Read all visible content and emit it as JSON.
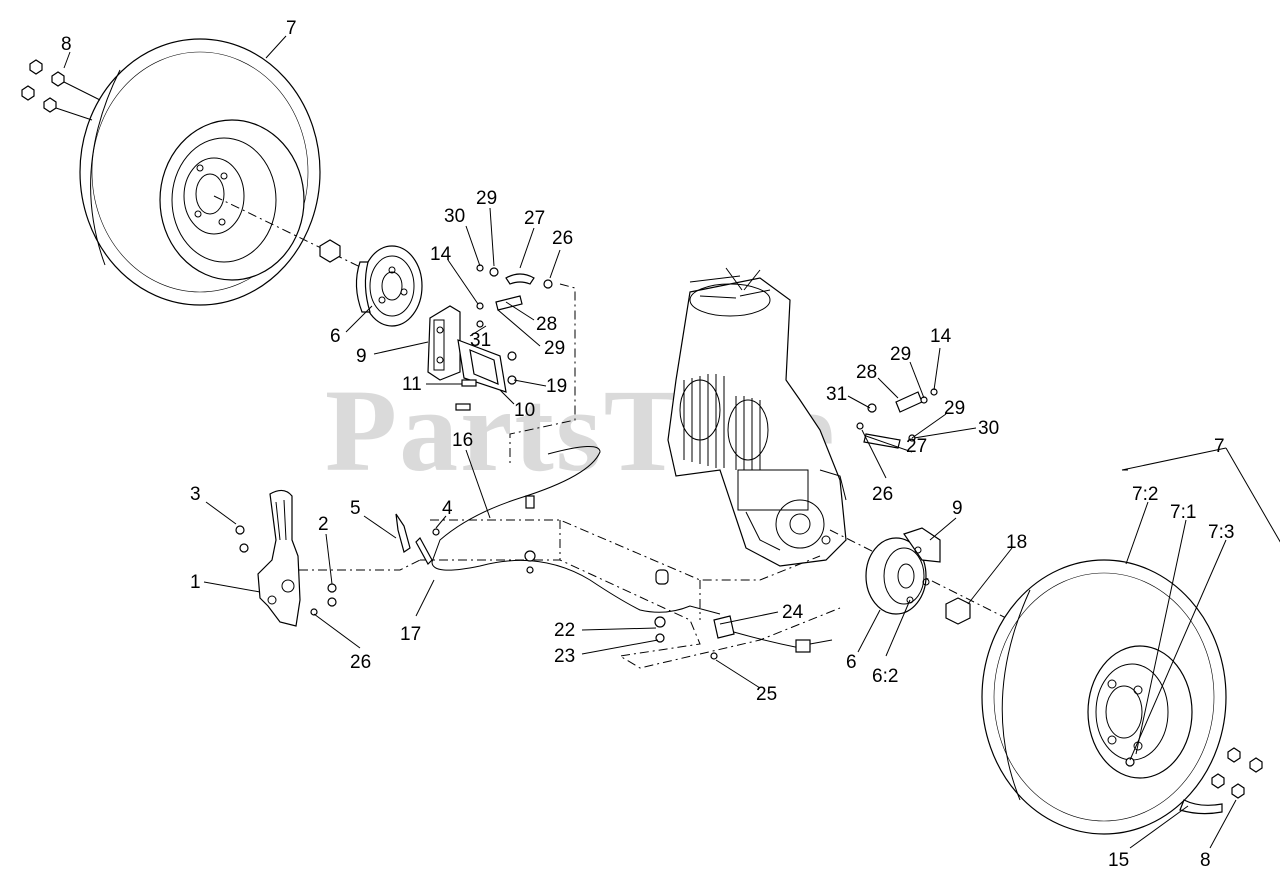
{
  "watermark": "PartsTree",
  "callouts": [
    {
      "text": "8"
    },
    {
      "text": "7"
    },
    {
      "text": "6"
    },
    {
      "text": "30"
    },
    {
      "text": "29"
    },
    {
      "text": "27"
    },
    {
      "text": "26"
    },
    {
      "text": "14"
    },
    {
      "text": "28"
    },
    {
      "text": "31"
    },
    {
      "text": "29"
    },
    {
      "text": "9"
    },
    {
      "text": "11"
    },
    {
      "text": "19"
    },
    {
      "text": "10"
    },
    {
      "text": "16"
    },
    {
      "text": "3"
    },
    {
      "text": "5"
    },
    {
      "text": "4"
    },
    {
      "text": "2"
    },
    {
      "text": "1"
    },
    {
      "text": "17"
    },
    {
      "text": "26"
    },
    {
      "text": "22"
    },
    {
      "text": "24"
    },
    {
      "text": "23"
    },
    {
      "text": "25"
    },
    {
      "text": "31"
    },
    {
      "text": "28"
    },
    {
      "text": "29"
    },
    {
      "text": "14"
    },
    {
      "text": "29"
    },
    {
      "text": "30"
    },
    {
      "text": "27"
    },
    {
      "text": "26"
    },
    {
      "text": "9"
    },
    {
      "text": "18"
    },
    {
      "text": "6"
    },
    {
      "text": "6:2"
    },
    {
      "text": "7"
    },
    {
      "text": "7:2"
    },
    {
      "text": "7:1"
    },
    {
      "text": "7:3"
    },
    {
      "text": "15"
    },
    {
      "text": "8"
    }
  ]
}
